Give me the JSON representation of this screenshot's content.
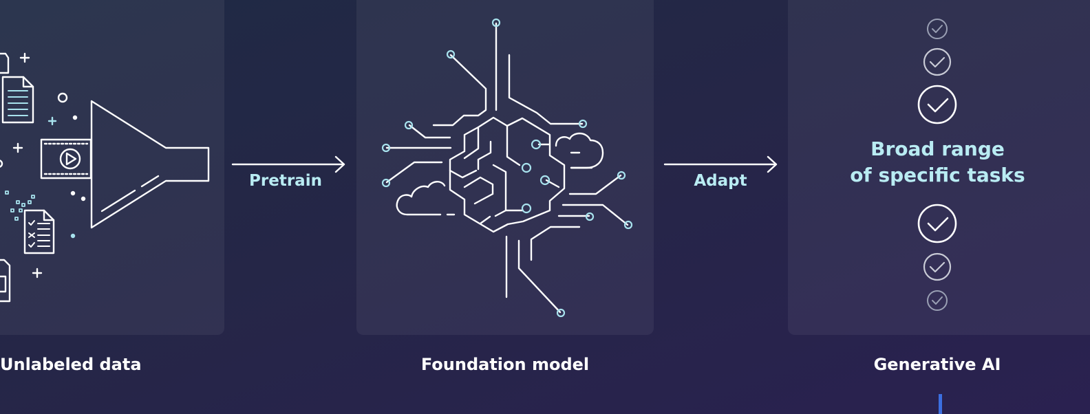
{
  "colors": {
    "accent_text": "#b9ecf3",
    "line_white": "#ffffff",
    "node_cyan": "#a8e3ee",
    "background": "#252647",
    "accent_bar": "#3b6fe0"
  },
  "stages": {
    "unlabeled": {
      "caption": "Unlabeled data"
    },
    "foundation": {
      "caption": "Foundation model"
    },
    "generative": {
      "caption": "Generative AI",
      "tasks_line1": "Broad range",
      "tasks_line2": "of specific tasks"
    }
  },
  "arrows": {
    "pretrain": {
      "label": "Pretrain"
    },
    "adapt": {
      "label": "Adapt"
    }
  },
  "icons": {
    "data_panel": [
      "document-icon",
      "checklist-icon",
      "video-icon",
      "funnel-icon",
      "plus-icon"
    ],
    "model_panel": [
      "brain-circuit-icon",
      "cloud-icon"
    ],
    "tasks_panel": [
      "check-circle-icon"
    ]
  }
}
